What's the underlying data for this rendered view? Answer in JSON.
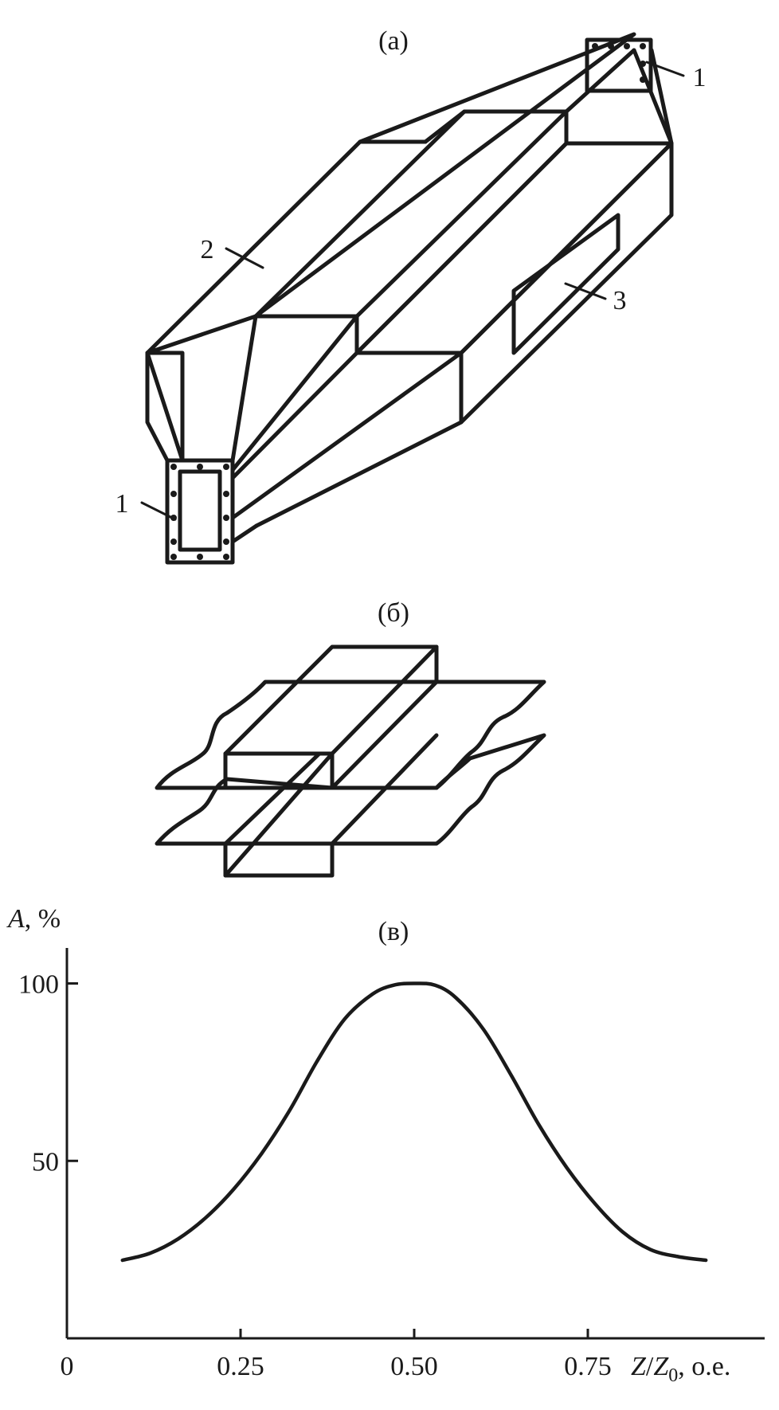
{
  "panels": {
    "a": {
      "label": "(а)",
      "callouts": [
        "1",
        "2",
        "3",
        "1"
      ]
    },
    "b": {
      "label": "(б)"
    },
    "c": {
      "label": "(в)"
    }
  },
  "chart_data": {
    "type": "line",
    "title": "(в)",
    "ylabel": "A, %",
    "xlabel": "Z/Z0, о.е.",
    "xlabel_parts": {
      "var1": "Z",
      "sep": "/",
      "var2": "Z",
      "sub": "0",
      "unit": ", о.е."
    },
    "ylabel_parts": {
      "var": "A",
      "unit": ", %"
    },
    "xlim": [
      0,
      1.0
    ],
    "ylim": [
      0,
      110
    ],
    "x_ticks": [
      0,
      0.25,
      0.5,
      0.75
    ],
    "x_tick_labels": [
      "0",
      "0.25",
      "0.50",
      "0.75"
    ],
    "y_ticks": [
      50,
      100
    ],
    "y_tick_labels": [
      "50",
      "100"
    ],
    "grid": false,
    "series": [
      {
        "x": [
          0.08,
          0.12,
          0.16,
          0.2,
          0.24,
          0.28,
          0.32,
          0.36,
          0.4,
          0.44,
          0.47,
          0.5,
          0.53,
          0.56,
          0.6,
          0.64,
          0.68,
          0.72,
          0.76,
          0.8,
          0.84,
          0.88,
          0.92
        ],
        "y": [
          22,
          24,
          28,
          34,
          42,
          52,
          64,
          78,
          90,
          97,
          99.5,
          100,
          99.5,
          96,
          87,
          74,
          60,
          48,
          38,
          30,
          25,
          23,
          22
        ]
      }
    ]
  }
}
